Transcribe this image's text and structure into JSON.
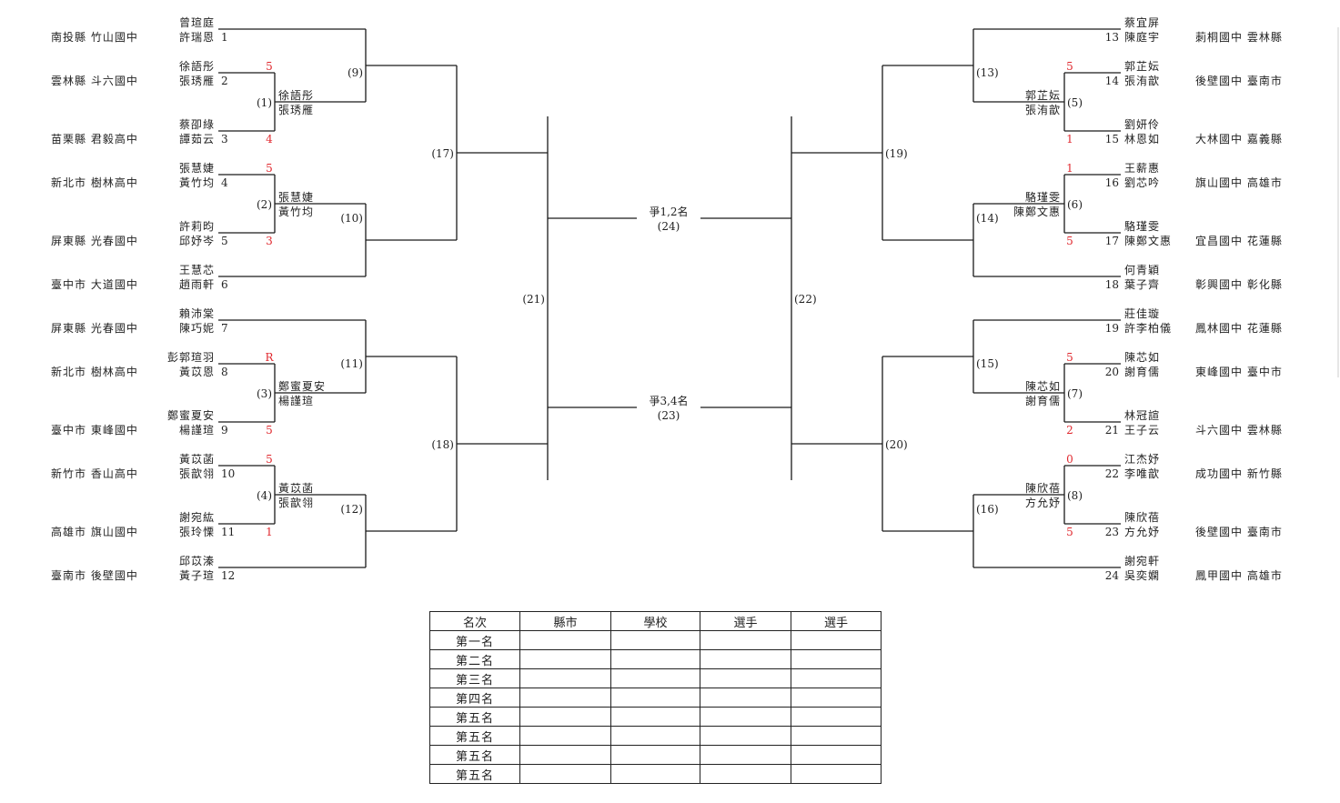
{
  "teams": [
    {
      "no": "1",
      "region": "南投縣 竹山國中",
      "p1": "曾瑄庭",
      "p2": "許瑞恩"
    },
    {
      "no": "2",
      "region": "雲林縣 斗六國中",
      "p1": "徐語彤",
      "p2": "張琇雁"
    },
    {
      "no": "3",
      "region": "苗栗縣 君毅高中",
      "p1": "蔡卲綠",
      "p2": "譚茹云"
    },
    {
      "no": "4",
      "region": "新北市 樹林高中",
      "p1": "張慧婕",
      "p2": "黃竹均"
    },
    {
      "no": "5",
      "region": "屏東縣 光春國中",
      "p1": "許莉昀",
      "p2": "邱妤岑"
    },
    {
      "no": "6",
      "region": "臺中市 大道國中",
      "p1": "王慧芯",
      "p2": "趙雨軒"
    },
    {
      "no": "7",
      "region": "屏東縣 光春國中",
      "p1": "賴沛棠",
      "p2": "陳巧妮"
    },
    {
      "no": "8",
      "region": "新北市 樹林高中",
      "p1": "彭郭瑄羽",
      "p2": "黃苡恩"
    },
    {
      "no": "9",
      "region": "臺中市 東峰國中",
      "p1": "鄭蜜夏安",
      "p2": "楊謹瑄"
    },
    {
      "no": "10",
      "region": "新竹市 香山高中",
      "p1": "黃苡菡",
      "p2": "張歆翎"
    },
    {
      "no": "11",
      "region": "高雄市 旗山國中",
      "p1": "謝宛紘",
      "p2": "張玲慄"
    },
    {
      "no": "12",
      "region": "臺南市 後壁國中",
      "p1": "邱苡溱",
      "p2": "黃子瑄"
    },
    {
      "no": "13",
      "region": "莿桐國中 雲林縣",
      "p1": "蔡宜屏",
      "p2": "陳庭宇"
    },
    {
      "no": "14",
      "region": "後壁國中 臺南市",
      "p1": "郭芷妘",
      "p2": "張洧歆"
    },
    {
      "no": "15",
      "region": "大林國中 嘉義縣",
      "p1": "劉妍伶",
      "p2": "林恩如"
    },
    {
      "no": "16",
      "region": "旗山國中 高雄市",
      "p1": "王薪惠",
      "p2": "劉芯吟"
    },
    {
      "no": "17",
      "region": "宜昌國中 花蓮縣",
      "p1": "駱瑾雯",
      "p2": "陳鄭文惠"
    },
    {
      "no": "18",
      "region": "彰興國中 彰化縣",
      "p1": "何青穎",
      "p2": "葉子齊"
    },
    {
      "no": "19",
      "region": "鳳林國中 花蓮縣",
      "p1": "莊佳璇",
      "p2": "許李柏儀"
    },
    {
      "no": "20",
      "region": "東峰國中 臺中市",
      "p1": "陳芯如",
      "p2": "謝育儒"
    },
    {
      "no": "21",
      "region": "斗六國中 雲林縣",
      "p1": "林冠諠",
      "p2": "王子云"
    },
    {
      "no": "22",
      "region": "成功國中 新竹縣",
      "p1": "江杰妤",
      "p2": "李唯歆"
    },
    {
      "no": "23",
      "region": "後壁國中 臺南市",
      "p1": "陳欣蓓",
      "p2": "方允妤"
    },
    {
      "no": "24",
      "region": "鳳甲國中 高雄市",
      "p1": "謝宛軒",
      "p2": "吳奕嫻"
    }
  ],
  "matches": [
    "(1)",
    "(2)",
    "(3)",
    "(4)",
    "(5)",
    "(6)",
    "(7)",
    "(8)",
    "(9)",
    "(10)",
    "(11)",
    "(12)",
    "(13)",
    "(14)",
    "(15)",
    "(16)",
    "(17)",
    "(18)",
    "(19)",
    "(20)",
    "(21)",
    "(22)",
    "(23)",
    "(24)"
  ],
  "winners": [
    {
      "p1": "徐語彤",
      "p2": "張琇雁"
    },
    {
      "p1": "張慧婕",
      "p2": "黃竹均"
    },
    {
      "p1": "鄭蜜夏安",
      "p2": "楊謹瑄"
    },
    {
      "p1": "黃苡菡",
      "p2": "張歆翎"
    },
    {
      "p1": "郭芷妘",
      "p2": "張洧歆"
    },
    {
      "p1": "駱瑾雯",
      "p2": "陳鄭文惠"
    },
    {
      "p1": "陳芯如",
      "p2": "謝育儒"
    },
    {
      "p1": "陳欣蓓",
      "p2": "方允妤"
    }
  ],
  "scores": [
    {
      "top": "5",
      "bottom": "4"
    },
    {
      "top": "5",
      "bottom": "3"
    },
    {
      "top": "R",
      "bottom": "5"
    },
    {
      "top": "5",
      "bottom": "1"
    },
    {
      "top": "5",
      "bottom": "1"
    },
    {
      "top": "1",
      "bottom": "5"
    },
    {
      "top": "5",
      "bottom": "2"
    },
    {
      "top": "0",
      "bottom": "5"
    }
  ],
  "finals": {
    "first": {
      "title": "爭1,2名",
      "match": "(24)"
    },
    "third": {
      "title": "爭3,4名",
      "match": "(23)"
    }
  },
  "ranking": {
    "headers": [
      "名次",
      "縣市",
      "學校",
      "選手",
      "選手"
    ],
    "rows": [
      "第一名",
      "第二名",
      "第三名",
      "第四名",
      "第五名",
      "第五名",
      "第五名",
      "第五名"
    ]
  },
  "colors": {
    "line": "#1a1a1a",
    "score": "#e0282e",
    "text": "#222222"
  }
}
